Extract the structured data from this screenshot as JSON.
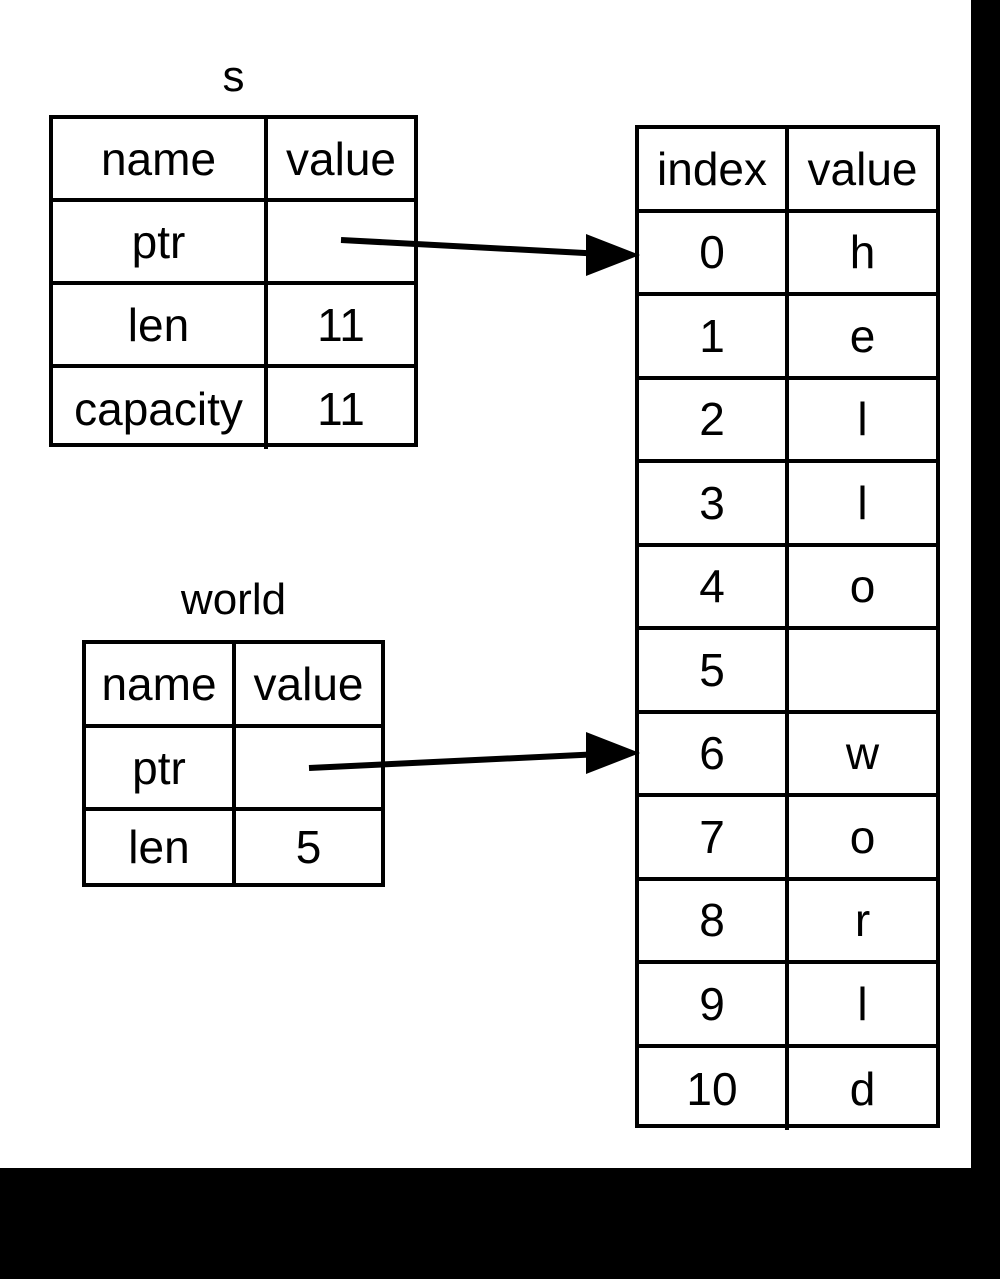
{
  "diagram": {
    "title_s": "s",
    "title_world": "world",
    "columns": {
      "name": "name",
      "value": "value",
      "index": "index"
    }
  },
  "s_table": {
    "caption": "s",
    "header": {
      "name": "name",
      "value": "value"
    },
    "rows": [
      {
        "name": "ptr",
        "value": ""
      },
      {
        "name": "len",
        "value": "11"
      },
      {
        "name": "capacity",
        "value": "11"
      }
    ]
  },
  "world_table": {
    "caption": "world",
    "header": {
      "name": "name",
      "value": "value"
    },
    "rows": [
      {
        "name": "ptr",
        "value": ""
      },
      {
        "name": "len",
        "value": "5"
      }
    ]
  },
  "buffer_table": {
    "header": {
      "index": "index",
      "value": "value"
    },
    "rows": [
      {
        "index": "0",
        "value": "h"
      },
      {
        "index": "1",
        "value": "e"
      },
      {
        "index": "2",
        "value": "l"
      },
      {
        "index": "3",
        "value": "l"
      },
      {
        "index": "4",
        "value": "o"
      },
      {
        "index": "5",
        "value": ""
      },
      {
        "index": "6",
        "value": "w"
      },
      {
        "index": "7",
        "value": "o"
      },
      {
        "index": "8",
        "value": "r"
      },
      {
        "index": "9",
        "value": "l"
      },
      {
        "index": "10",
        "value": "d"
      }
    ]
  },
  "arrows": [
    {
      "name": "s-ptr-arrow",
      "from": "s.ptr.value",
      "to": "buffer.index.0"
    },
    {
      "name": "world-ptr-arrow",
      "from": "world.ptr.value",
      "to": "buffer.index.6"
    }
  ],
  "colors": {
    "stroke": "#000000",
    "background": "#ffffff",
    "chrome": "#000000"
  }
}
